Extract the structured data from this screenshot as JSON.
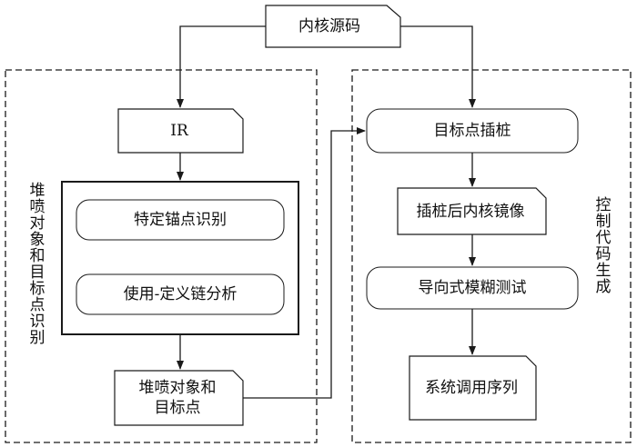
{
  "nodes": {
    "kernel_source": "内核源码",
    "ir": "IR",
    "anchor_identification": "特定锚点识别",
    "use_def_analysis": "使用-定义链分析",
    "spray_objects_targets": [
      "堆喷对象和",
      "目标点"
    ],
    "target_instrumentation": "目标点插桩",
    "instrumented_image": "插桩后内核镜像",
    "directed_fuzzing": "导向式模糊测试",
    "syscall_sequence": "系统调用序列"
  },
  "regions": {
    "left_label": "堆喷对象和目标点识别",
    "right_label": "控制代码生成"
  },
  "colors": {
    "stroke": "#1a1a1a",
    "fill": "#ffffff"
  }
}
